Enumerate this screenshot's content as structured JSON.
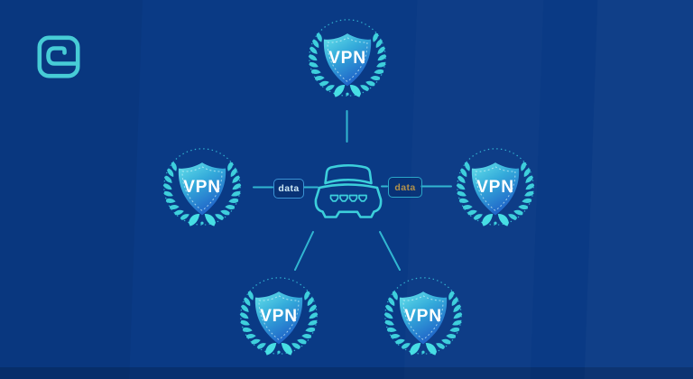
{
  "scene": {
    "type": "vpn-network-illustration",
    "background_color": "#0a3a85",
    "accent_color": "#3ecfdc",
    "bottom_strip": "darker horizontal band at page bottom"
  },
  "logo": {
    "icon": "rounded-square-spiral-logo",
    "color": "#47ccd6"
  },
  "badges": {
    "label": "VPN",
    "label_color": "#ffffff",
    "wreath_color": "#3ecfdc",
    "dotted_ring_color": "#39c9de",
    "shield_gradient": [
      "#68e4ea",
      "#35acdb",
      "#1f61c8"
    ],
    "positions": [
      "top",
      "left",
      "right",
      "bottom-left",
      "bottom-right"
    ]
  },
  "router": {
    "icon": "router-device",
    "port_count": 4,
    "stroke_color": "#3ccfdb"
  },
  "data_labels": {
    "left": {
      "text": "data",
      "text_color": "#cfeaf6",
      "border_color": "#3a92d4"
    },
    "right": {
      "text": "data",
      "text_color": "#b3914a",
      "border_color": "#2aa7c9"
    }
  },
  "connections": {
    "color": "#36c4da",
    "links": [
      "top badge to router",
      "left badge to left data label to router",
      "router to right data label to right badge",
      "router to bottom-left badge",
      "router to bottom-right badge"
    ]
  }
}
